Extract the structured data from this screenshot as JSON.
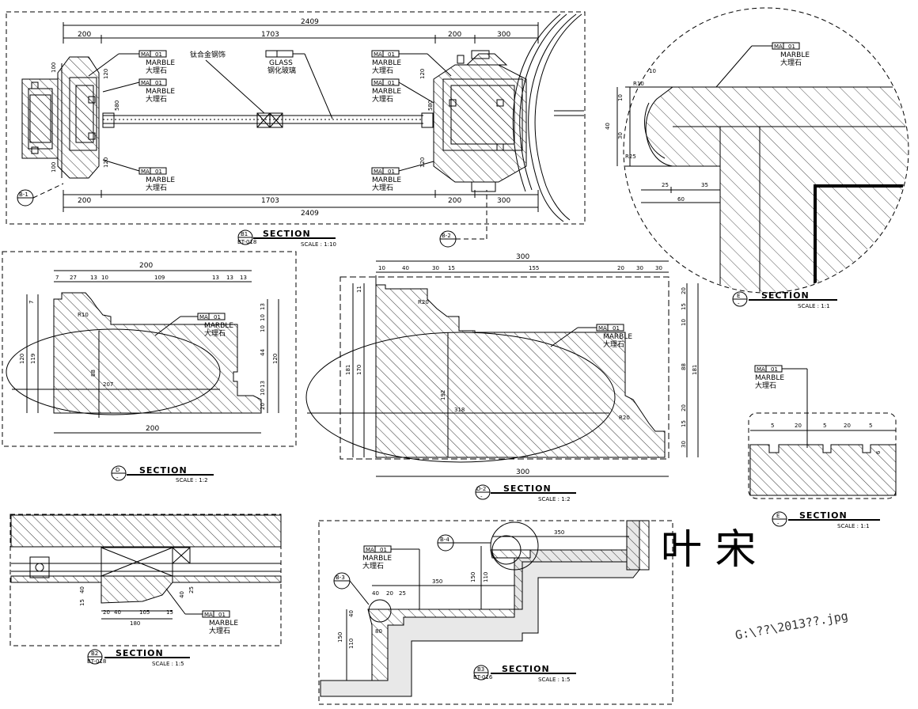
{
  "drawing": {
    "section_word": "SECTION",
    "section_1": {
      "scale": "SCALE : 1:10",
      "tag_top": "B1",
      "tag_bottom": "BT-018"
    },
    "section_2": {
      "scale": "SCALE : 1:1",
      "tag_top": "E",
      "tag_bottom": "-"
    },
    "section_3": {
      "scale": "SCALE : 1:2",
      "tag_top": "D",
      "tag_bottom": "-"
    },
    "section_4": {
      "scale": "SCALE : 1:2",
      "tag_top": "D-2",
      "tag_bottom": "-"
    },
    "section_5": {
      "scale": "SCALE : 1:1",
      "tag_top": "E",
      "tag_bottom": "-"
    },
    "section_6": {
      "scale": "SCALE : 1:5",
      "tag_top": "B2",
      "tag_bottom": "BT-018"
    },
    "section_7": {
      "scale": "SCALE : 1:5",
      "tag_top": "B3",
      "tag_bottom": "BT-016"
    },
    "material_code": "MA",
    "material_num": "01",
    "marble_en": "MARBLE",
    "marble_cn": "大理石",
    "glass_en": "GLASS",
    "glass_cn": "钢化玻璃",
    "alloy_cn": "钛合金钢饰",
    "callouts": {
      "b1": "B-1",
      "b2": "B-2",
      "b3": "B-3",
      "b4": "B-4"
    },
    "signature": "叶 宋",
    "file_path": "G:\\??\\2013??.jpg"
  },
  "dims": {
    "s1": {
      "total": "2409",
      "a": "200",
      "b": "1703",
      "c": "200",
      "d": "300",
      "v100": "100",
      "v120": "120",
      "v580": "580"
    },
    "s2": {
      "d10": "10",
      "d30": "30",
      "d40": "40",
      "d25": "25",
      "d35": "35",
      "d60": "60",
      "r10": "R10",
      "r25": "R25"
    },
    "s3": {
      "top": "200",
      "bottom": "200",
      "t7": "7",
      "t27": "27",
      "t13": "13",
      "t10": "10",
      "t109": "109",
      "l7": "7",
      "l119": "119",
      "l120": "120",
      "r13": "13",
      "r10": "10",
      "r44": "44",
      "r20": "20",
      "r120": "120",
      "c88": "88",
      "c207": "207",
      "rad": "R10"
    },
    "s4": {
      "top": "300",
      "bottom": "300",
      "t10": "10",
      "t40": "40",
      "t30": "30",
      "t15": "15",
      "t155": "155",
      "t20": "20",
      "t30b": "30",
      "l11": "11",
      "l181": "181",
      "l170": "170",
      "r20": "20",
      "r15": "15",
      "r10": "10",
      "r88": "88",
      "r181": "181",
      "c192": "192",
      "c318": "318",
      "rad": "R20"
    },
    "s5": {
      "d5": "5",
      "d20": "20",
      "d6": "6"
    },
    "s6": {
      "d20": "20",
      "d40": "40",
      "d105": "105",
      "d15": "15",
      "d180": "180",
      "v15": "15",
      "v40": "40",
      "v25": "25"
    },
    "s7": {
      "d350": "350",
      "d350b": "350",
      "d150": "150",
      "d110": "110",
      "d40": "40",
      "d80": "80",
      "d150b": "150",
      "d110b": "110",
      "d40b": "40",
      "d20": "20",
      "d25": "25"
    }
  }
}
